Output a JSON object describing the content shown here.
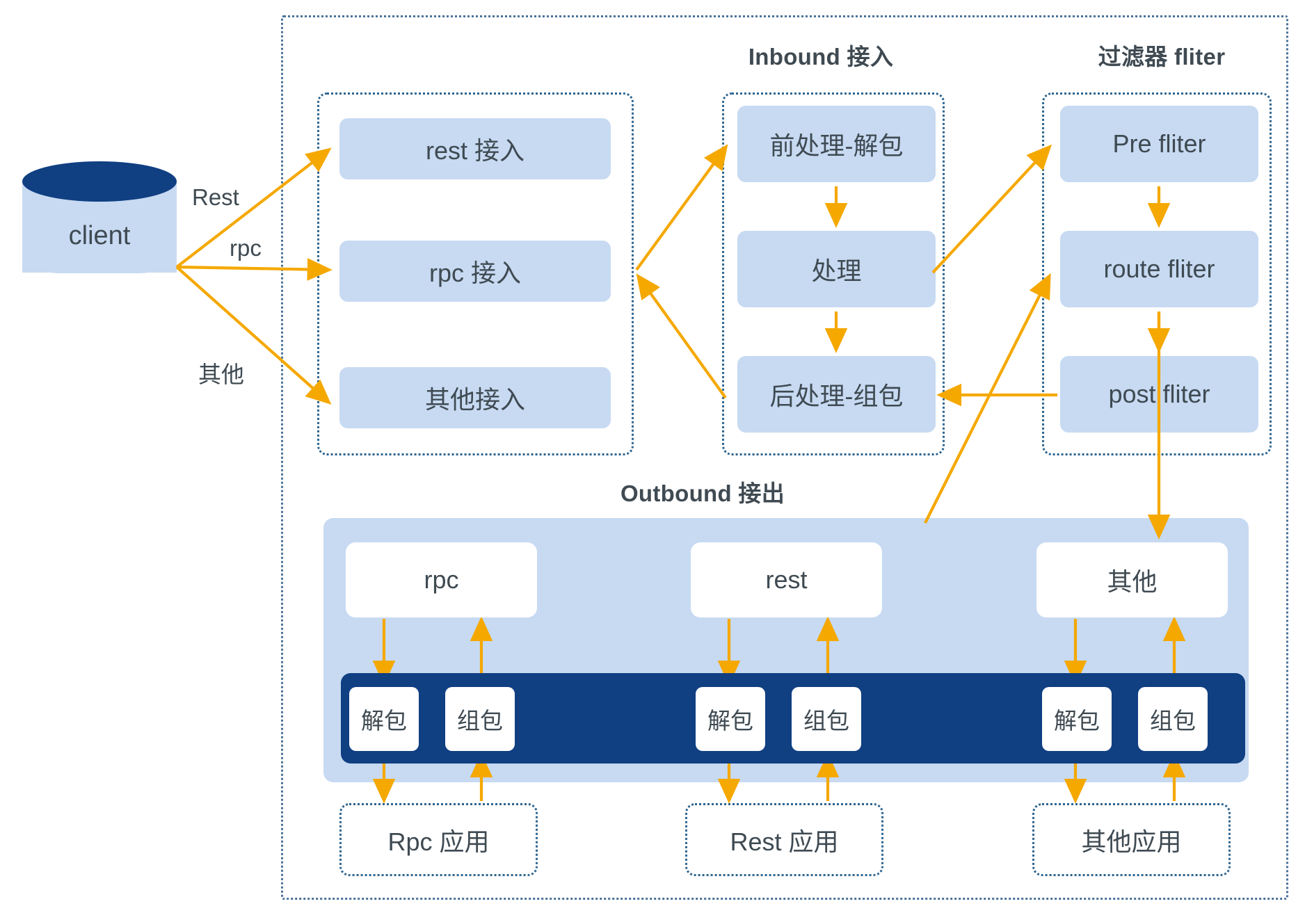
{
  "diagram": {
    "title": "",
    "colors": {
      "node_blue": "#c7daf2",
      "navy": "#103f82",
      "arrow": "#f5a800",
      "dash_border": "#2d648f",
      "text": "#3f4a52",
      "white": "#ffffff"
    }
  },
  "client": {
    "label": "client"
  },
  "edge_labels": {
    "rest": "Rest",
    "rpc": "rpc",
    "other": "其他"
  },
  "groups": {
    "access": {
      "title": "",
      "items": [
        {
          "label": "rest 接入"
        },
        {
          "label": "rpc 接入"
        },
        {
          "label": "其他接入"
        }
      ]
    },
    "inbound": {
      "title": "Inbound 接入",
      "items": [
        {
          "label": "前处理-解包"
        },
        {
          "label": "处理"
        },
        {
          "label": "后处理-组包"
        }
      ]
    },
    "filter": {
      "title": "过滤器 fliter",
      "items": [
        {
          "label": "Pre fliter"
        },
        {
          "label": "route fliter"
        },
        {
          "label": "post fliter"
        }
      ]
    },
    "outbound": {
      "title": "Outbound 接出",
      "protocols": [
        {
          "label": "rpc"
        },
        {
          "label": "rest"
        },
        {
          "label": "其他"
        }
      ],
      "codecs": [
        {
          "unpack": "解包",
          "pack": "组包"
        },
        {
          "unpack": "解包",
          "pack": "组包"
        },
        {
          "unpack": "解包",
          "pack": "组包"
        }
      ],
      "apps": [
        {
          "label": "Rpc 应用"
        },
        {
          "label": "Rest 应用"
        },
        {
          "label": "其他应用"
        }
      ]
    }
  }
}
